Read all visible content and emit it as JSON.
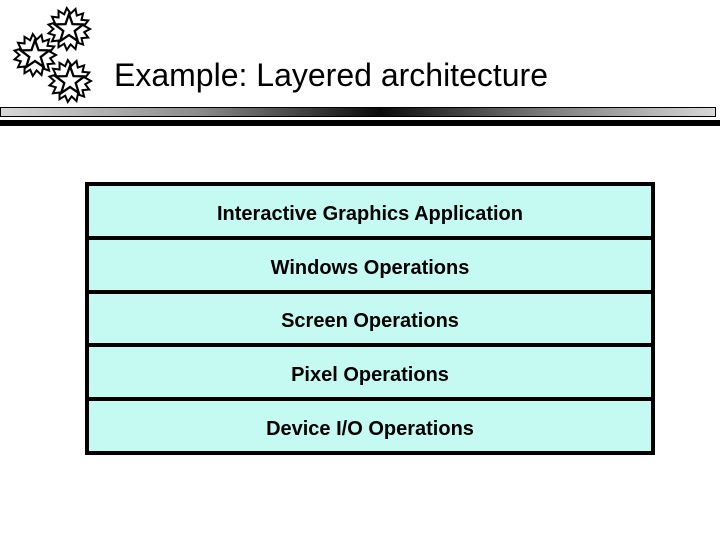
{
  "slide": {
    "title": "Example: Layered architecture",
    "logo": "star-cluster-logo",
    "colors": {
      "background": "#FFFFFF",
      "layer_fill": "#C5FAF3",
      "border": "#000000",
      "rule_gradient_edges": "#D8D8D8",
      "rule_gradient_center": "#0A0A0A"
    },
    "diagram": {
      "type": "layered-stack",
      "layers": [
        "Interactive Graphics Application",
        "Windows Operations",
        "Screen Operations",
        "Pixel Operations",
        "Device I/O Operations"
      ]
    }
  }
}
